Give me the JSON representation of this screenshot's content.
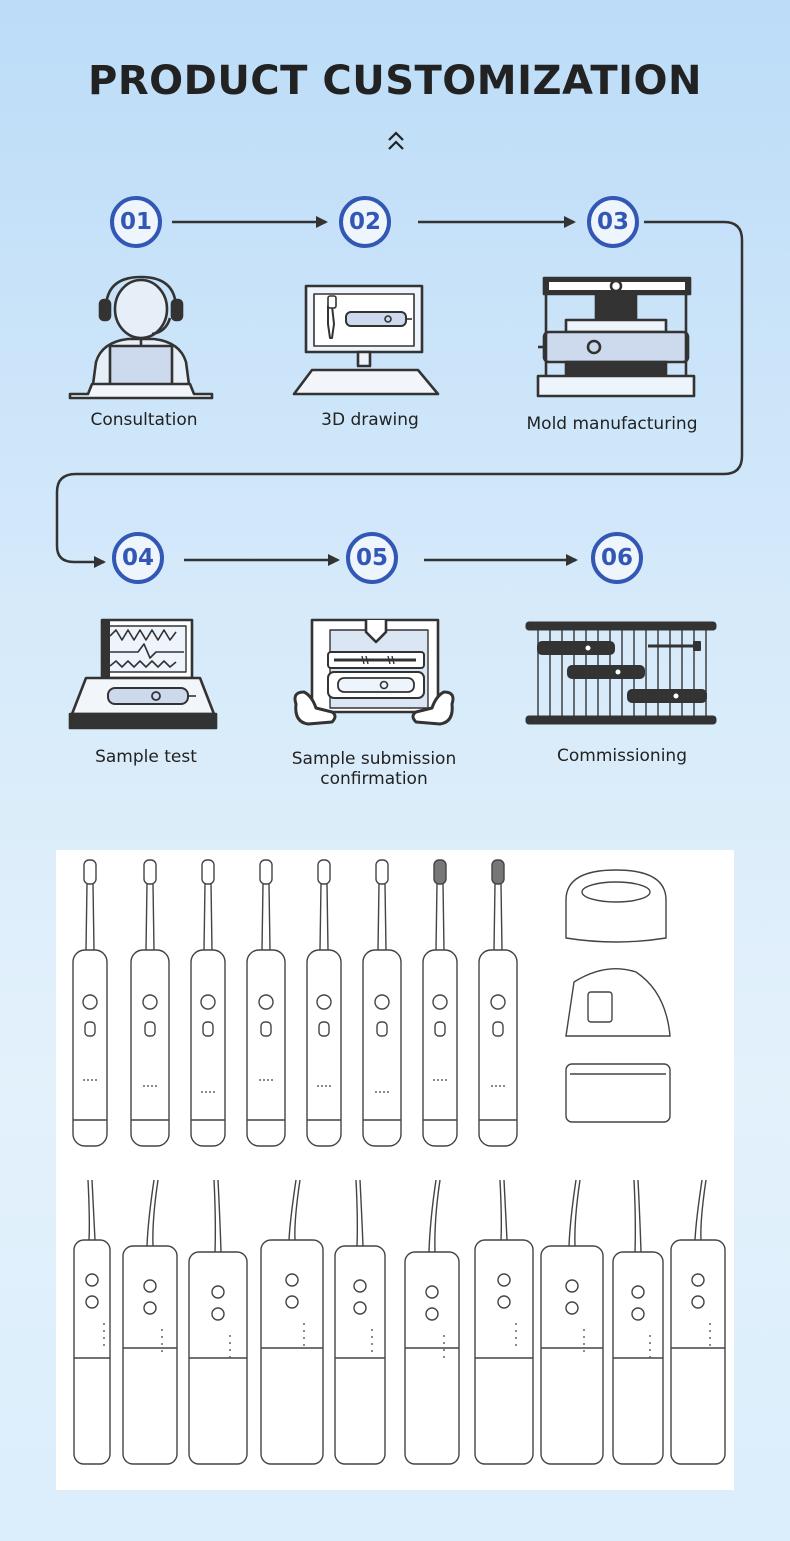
{
  "title": "PRODUCT CUSTOMIZATION",
  "steps": [
    {
      "number": "01",
      "label": "Consultation",
      "icon": "headset-person-laptop-icon"
    },
    {
      "number": "02",
      "label": "3D drawing",
      "icon": "monitor-toothbrush-icon"
    },
    {
      "number": "03",
      "label": "Mold manufacturing",
      "icon": "press-mold-icon"
    },
    {
      "number": "04",
      "label": "Sample test",
      "icon": "test-screen-waveform-icon"
    },
    {
      "number": "05",
      "label": "Sample submission confirmation",
      "icon": "hands-holding-sample-icon"
    },
    {
      "number": "06",
      "label": "Commissioning",
      "icon": "production-rack-icon"
    }
  ],
  "colors": {
    "accent": "#3257b5",
    "line": "#333333"
  }
}
